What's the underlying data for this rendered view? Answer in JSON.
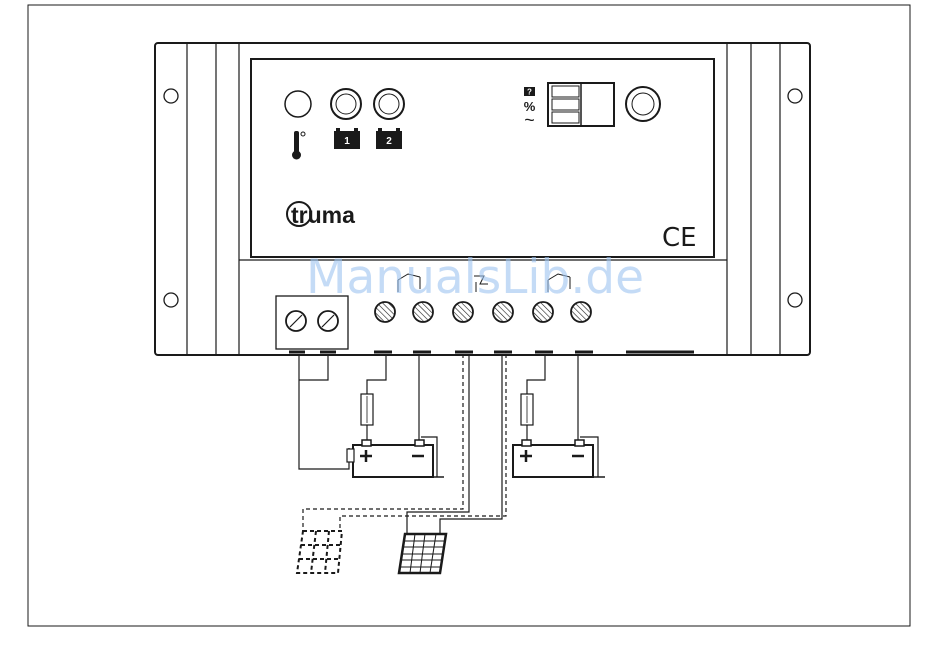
{
  "brand": {
    "name": "truma"
  },
  "marks": {
    "ce": "CE"
  },
  "indicators": {
    "battery_1_label": "1",
    "battery_2_label": "2",
    "percent_symbol": "%",
    "ac_symbol": "~",
    "question_symbol": "?"
  },
  "watermark": {
    "text": "ManualsLib.de"
  },
  "icons": [
    "thermometer-icon",
    "battery-icon",
    "solar-panel-icon",
    "fuse-icon",
    "ground-icon",
    "mounting-hole-icon"
  ],
  "colors": {
    "line": "#1a1a1a",
    "watermark": "#9cc3f0",
    "background": "#ffffff"
  }
}
